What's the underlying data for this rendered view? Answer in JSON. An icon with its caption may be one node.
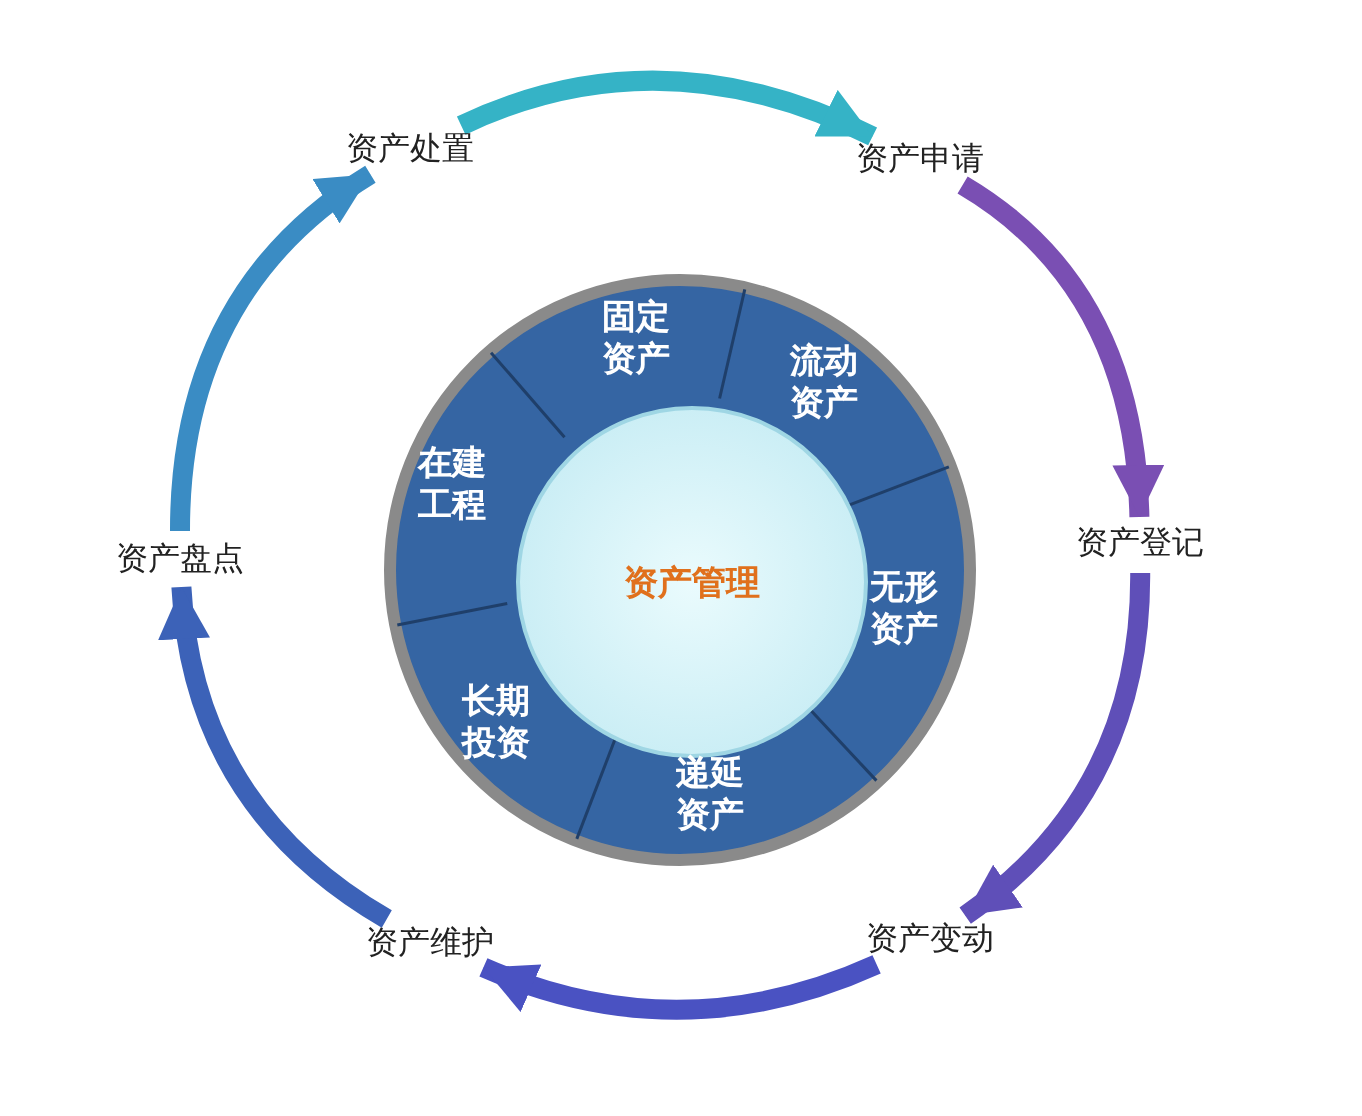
{
  "diagram": {
    "nodes": [
      {
        "text": [
          "资产处置"
        ]
      },
      {
        "text": [
          "资产申请"
        ]
      },
      {
        "text": [
          "资产登记"
        ]
      },
      {
        "text": [
          "资产变动"
        ]
      },
      {
        "text": [
          "资产维护"
        ]
      },
      {
        "text": [
          "资产盘点"
        ]
      },
      {
        "text": [],
        "shape": "circle"
      },
      {
        "text": [
          "固定资产"
        ],
        "in": 6
      },
      {
        "text": [
          "流动资产"
        ],
        "in": 6
      },
      {
        "text": [
          "无形资产"
        ],
        "in": 6
      },
      {
        "text": [
          "递延资产"
        ],
        "in": 6
      },
      {
        "text": [
          "长期投资"
        ],
        "in": 6
      },
      {
        "text": [
          "在建工程"
        ],
        "in": 6
      },
      {
        "text": [
          "资产管理"
        ],
        "in": 6
      }
    ],
    "edges": [
      {
        "from": 0,
        "to": 1,
        "arrow": "to",
        "color": "#35b3c6"
      },
      {
        "from": 1,
        "to": 2,
        "arrow": "to",
        "color": "#7a4fb3"
      },
      {
        "from": 2,
        "to": 3,
        "arrow": "to",
        "color": "#5f4fb8"
      },
      {
        "from": 3,
        "to": 4,
        "arrow": "to",
        "color": "#4a52c2"
      },
      {
        "from": 4,
        "to": 5,
        "arrow": "to",
        "color": "#3c62b8"
      },
      {
        "from": 5,
        "to": 0,
        "arrow": "to",
        "color": "#3a8cc4"
      }
    ]
  }
}
